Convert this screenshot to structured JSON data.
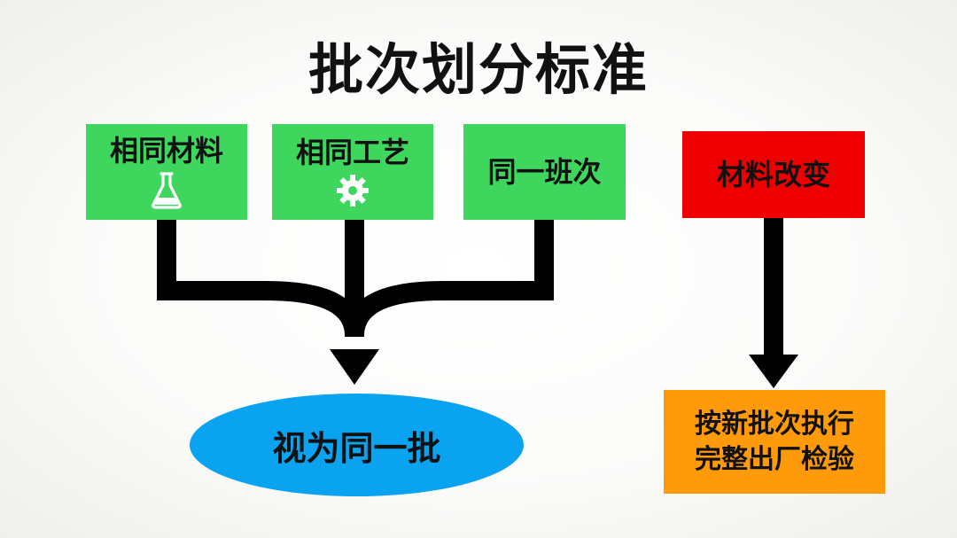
{
  "title": "批次划分标准",
  "criteria": [
    {
      "label": "相同材料",
      "icon": "flask-icon"
    },
    {
      "label": "相同工艺",
      "icon": "gear-icon"
    },
    {
      "label": "同一班次",
      "icon": ""
    }
  ],
  "result": {
    "label": "视为同一批"
  },
  "exception": {
    "trigger_label": "材料改变",
    "action_lines": [
      "按新批次执行",
      "完整出厂检验"
    ]
  },
  "colors": {
    "criteria_box": "#3ed65c",
    "result_ellipse": "#0aa3f0",
    "trigger_box": "#ee0000",
    "action_box": "#ff9a0a",
    "connector": "#000000"
  }
}
